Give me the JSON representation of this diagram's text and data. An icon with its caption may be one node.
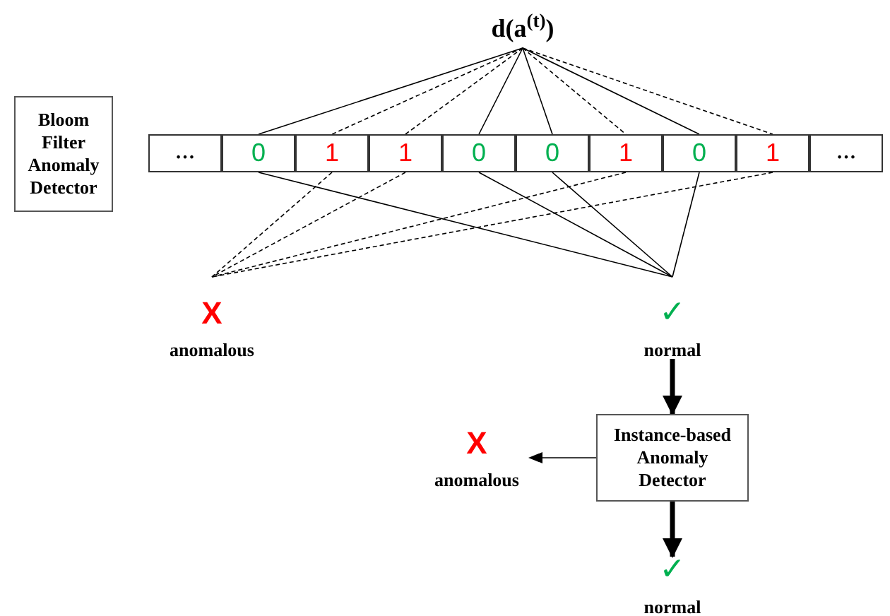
{
  "diagram": {
    "nodes": [
      {
        "text": [
          "Bloom Filter Anomaly Detector"
        ]
      },
      {
        "text": [
          "d(a$^{(t)}$)"
        ]
      },
      {
        "text": [
          "…"
        ]
      },
      {
        "text": [
          "0"
        ]
      },
      {
        "text": [
          "1"
        ]
      },
      {
        "text": [
          "1"
        ]
      },
      {
        "text": [
          "0"
        ]
      },
      {
        "text": [
          "0"
        ]
      },
      {
        "text": [
          "1"
        ]
      },
      {
        "text": [
          "0"
        ]
      },
      {
        "text": [
          "1"
        ]
      },
      {
        "text": [
          "…"
        ]
      },
      {
        "text": [
          "X",
          "anomalous"
        ]
      },
      {
        "text": [
          "✓",
          "normal"
        ]
      },
      {
        "text": [
          "Instance-based Anomaly Detector"
        ]
      },
      {
        "text": [
          "X",
          "anomalous"
        ]
      },
      {
        "text": [
          "✓",
          "normal"
        ]
      }
    ],
    "edges": [
      {
        "from": 1,
        "to": 3,
        "arrow": "none"
      },
      {
        "from": 1,
        "to": 4,
        "arrow": "none",
        "style": "dashed"
      },
      {
        "from": 1,
        "to": 5,
        "arrow": "none",
        "style": "dashed"
      },
      {
        "from": 1,
        "to": 6,
        "arrow": "none"
      },
      {
        "from": 1,
        "to": 7,
        "arrow": "none"
      },
      {
        "from": 1,
        "to": 8,
        "arrow": "none",
        "style": "dashed"
      },
      {
        "from": 1,
        "to": 9,
        "arrow": "none"
      },
      {
        "from": 1,
        "to": 10,
        "arrow": "none",
        "style": "dashed"
      },
      {
        "from": 3,
        "to": 13,
        "arrow": "none"
      },
      {
        "from": 4,
        "to": 12,
        "arrow": "none",
        "style": "dashed"
      },
      {
        "from": 5,
        "to": 12,
        "arrow": "none",
        "style": "dashed"
      },
      {
        "from": 6,
        "to": 13,
        "arrow": "none"
      },
      {
        "from": 7,
        "to": 13,
        "arrow": "none"
      },
      {
        "from": 8,
        "to": 12,
        "arrow": "none",
        "style": "dashed"
      },
      {
        "from": 9,
        "to": 13,
        "arrow": "none"
      },
      {
        "from": 10,
        "to": 12,
        "arrow": "none",
        "style": "dashed"
      },
      {
        "from": 13,
        "to": 14,
        "arrow": "to",
        "style": "thick"
      },
      {
        "from": 14,
        "to": 15,
        "arrow": "to"
      },
      {
        "from": 14,
        "to": 16,
        "arrow": "to",
        "style": "thick"
      }
    ]
  }
}
